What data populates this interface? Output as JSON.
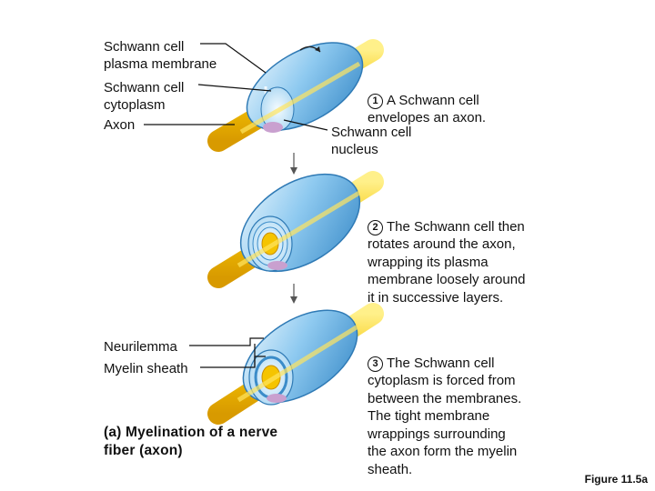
{
  "labels": {
    "plasma_membrane": "Schwann cell\nplasma membrane",
    "cytoplasm": "Schwann cell\ncytoplasm",
    "axon": "Axon",
    "nucleus": "Schwann cell\nnucleus",
    "neurilemma": "Neurilemma",
    "myelin_sheath": "Myelin sheath"
  },
  "steps": [
    {
      "num": "1",
      "text": "A Schwann cell\nenvelopes an axon."
    },
    {
      "num": "2",
      "text": "The Schwann cell then\nrotates around the axon,\nwrapping its plasma\nmembrane loosely around\nit in successive layers."
    },
    {
      "num": "3",
      "text": "The Schwann cell\ncytoplasm is forced from\nbetween the membranes.\nThe tight membrane\nwrappings surrounding\nthe axon form the myelin\nsheath."
    }
  ],
  "caption": "(a) Myelination of a nerve\nfiber (axon)",
  "figure_number": "Figure 11.5a",
  "colors": {
    "axon": "#f5c400",
    "cell_light": "#cfe8f7",
    "cell_mid": "#7ec0e8",
    "cell_dark": "#3b8cc9",
    "nucleus": "#c9a0cf"
  }
}
